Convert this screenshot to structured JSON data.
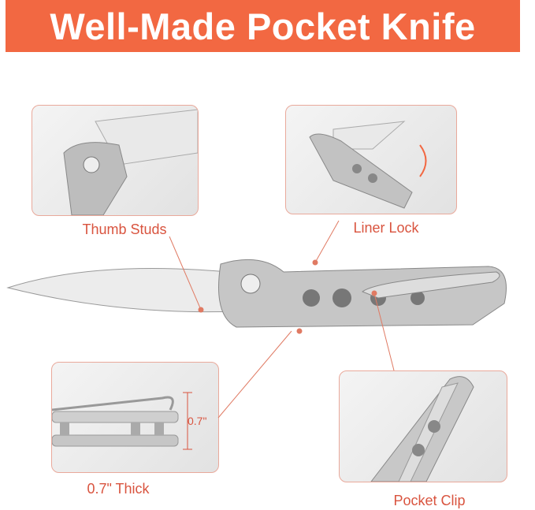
{
  "title": "Well-Made Pocket Knife",
  "callouts": [
    {
      "label": "Thumb Studs"
    },
    {
      "label": "Liner Lock"
    },
    {
      "label": "0.7\" Thick",
      "dimension": "0.7\""
    },
    {
      "label": "Pocket Clip"
    }
  ],
  "colors": {
    "accent": "#f26842",
    "label": "#d9543f",
    "steel": "#c9c9c9"
  }
}
